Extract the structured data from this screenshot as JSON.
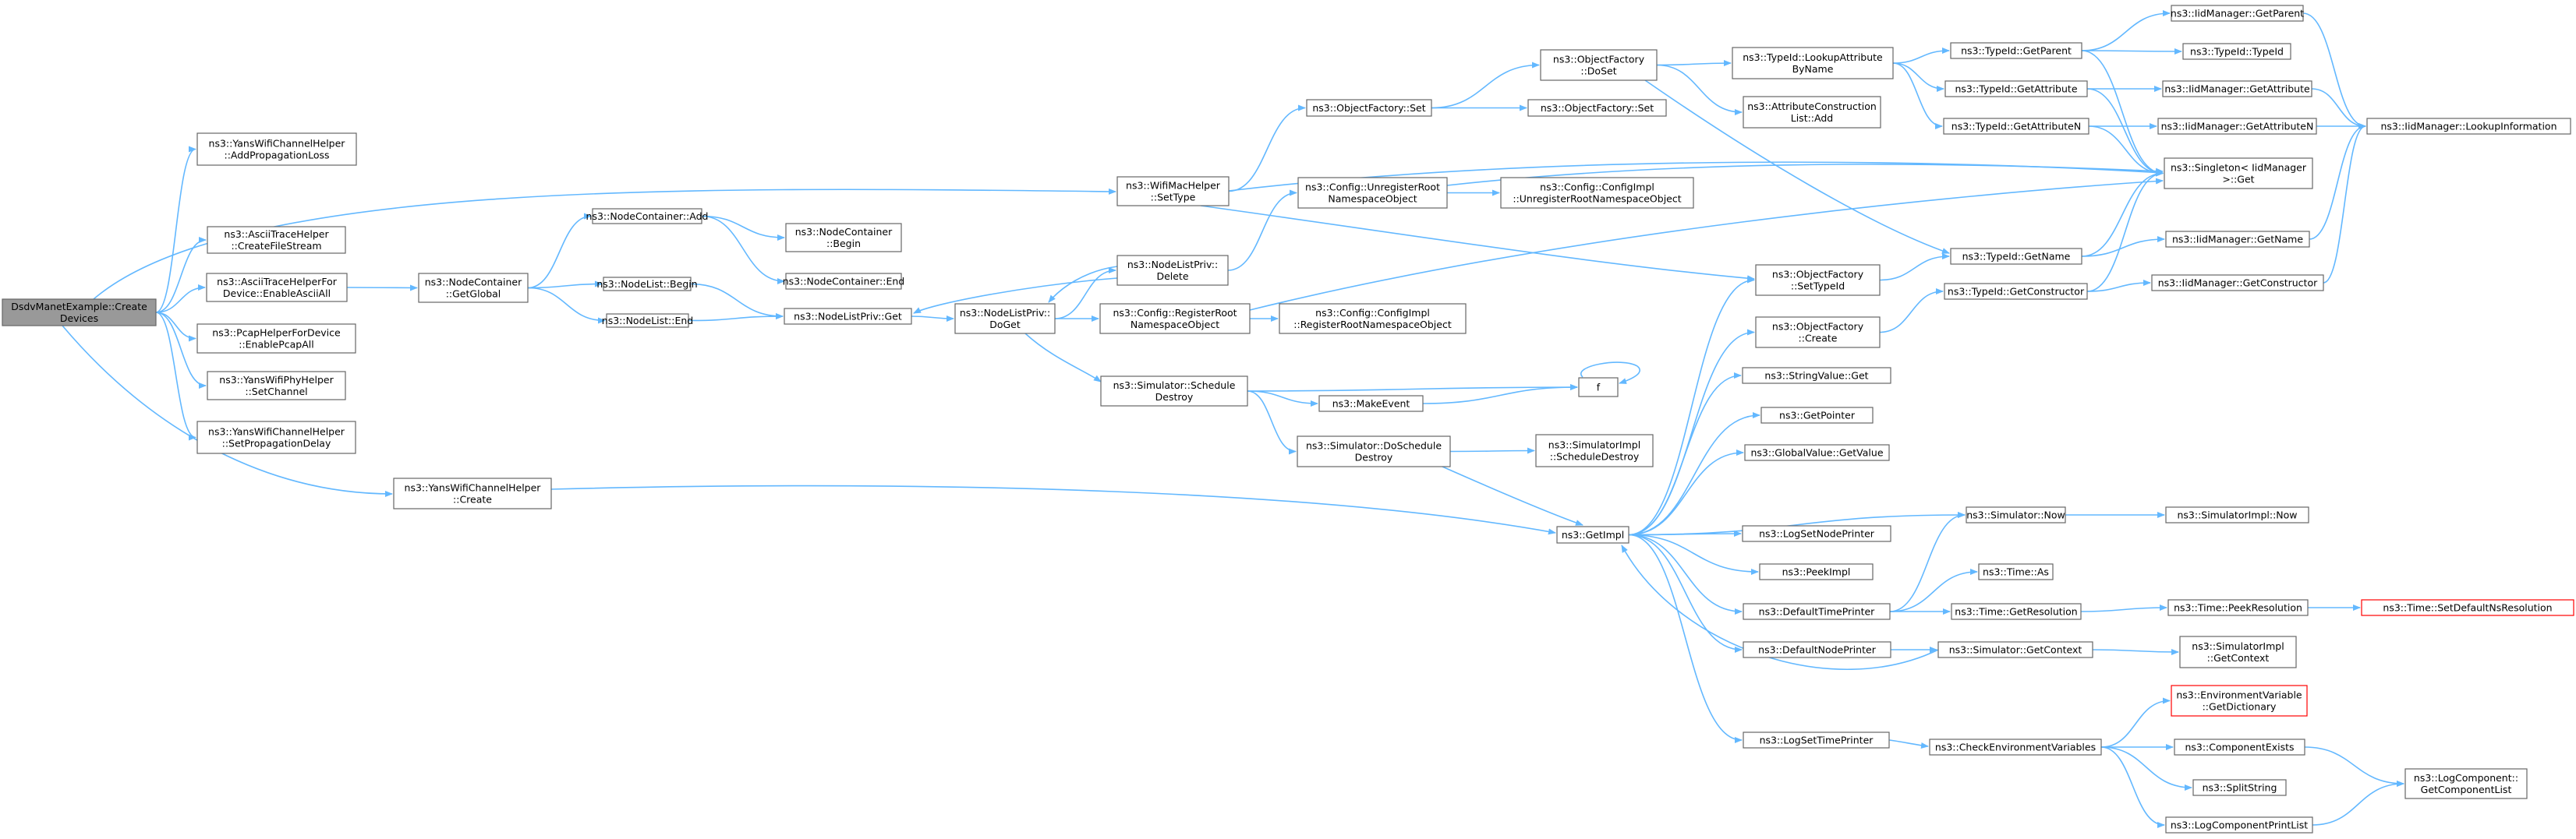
{
  "nodes": [
    {
      "id": "root",
      "lines": [
        "DsdvManetExample::Create",
        "Devices"
      ],
      "style": "root"
    },
    {
      "id": "addProp",
      "lines": [
        "ns3::YansWifiChannelHelper",
        "::AddPropagationLoss"
      ]
    },
    {
      "id": "createFile",
      "lines": [
        "ns3::AsciiTraceHelper",
        "::CreateFileStream"
      ]
    },
    {
      "id": "enableAscii",
      "lines": [
        "ns3::AsciiTraceHelperFor",
        "Device::EnableAsciiAll"
      ]
    },
    {
      "id": "enablePcap",
      "lines": [
        "ns3::PcapHelperForDevice",
        "::EnablePcapAll"
      ]
    },
    {
      "id": "setChannel",
      "lines": [
        "ns3::YansWifiPhyHelper",
        "::SetChannel"
      ]
    },
    {
      "id": "setPropDelay",
      "lines": [
        "ns3::YansWifiChannelHelper",
        "::SetPropagationDelay"
      ]
    },
    {
      "id": "ywchCreate",
      "lines": [
        "ns3::YansWifiChannelHelper",
        "::Create"
      ]
    },
    {
      "id": "ncGetGlobal",
      "lines": [
        "ns3::NodeContainer",
        "::GetGlobal"
      ]
    },
    {
      "id": "ncAdd",
      "lines": [
        "ns3::NodeContainer::Add"
      ]
    },
    {
      "id": "nlBegin",
      "lines": [
        "ns3::NodeList::Begin"
      ]
    },
    {
      "id": "nlEnd",
      "lines": [
        "ns3::NodeList::End"
      ]
    },
    {
      "id": "ncBegin",
      "lines": [
        "ns3::NodeContainer",
        "::Begin"
      ]
    },
    {
      "id": "ncEnd",
      "lines": [
        "ns3::NodeContainer::End"
      ]
    },
    {
      "id": "nlpGet",
      "lines": [
        "ns3::NodeListPriv::Get"
      ]
    },
    {
      "id": "wifiMacSetType",
      "lines": [
        "ns3::WifiMacHelper",
        "::SetType"
      ]
    },
    {
      "id": "nlpDelete",
      "lines": [
        "ns3::NodeListPriv::",
        "Delete"
      ]
    },
    {
      "id": "nlpDoGet",
      "lines": [
        "ns3::NodeListPriv::",
        "DoGet"
      ]
    },
    {
      "id": "ofSet",
      "lines": [
        "ns3::ObjectFactory::Set"
      ]
    },
    {
      "id": "cfgUnregister",
      "lines": [
        "ns3::Config::UnregisterRoot",
        "NamespaceObject"
      ]
    },
    {
      "id": "cfgRegister",
      "lines": [
        "ns3::Config::RegisterRoot",
        "NamespaceObject"
      ]
    },
    {
      "id": "simSchedDestroy",
      "lines": [
        "ns3::Simulator::Schedule",
        "Destroy"
      ]
    },
    {
      "id": "makeEvent",
      "lines": [
        "ns3::MakeEvent"
      ]
    },
    {
      "id": "simDoSchedDestroy",
      "lines": [
        "ns3::Simulator::DoSchedule",
        "Destroy"
      ]
    },
    {
      "id": "ofDoSet",
      "lines": [
        "ns3::ObjectFactory",
        "::DoSet"
      ]
    },
    {
      "id": "ofSet2",
      "lines": [
        "ns3::ObjectFactory::Set"
      ]
    },
    {
      "id": "cfgImplUnregister",
      "lines": [
        "ns3::Config::ConfigImpl",
        "::UnregisterRootNamespaceObject"
      ]
    },
    {
      "id": "cfgImplRegister",
      "lines": [
        "ns3::Config::ConfigImpl",
        "::RegisterRootNamespaceObject"
      ]
    },
    {
      "id": "f",
      "lines": [
        "f"
      ]
    },
    {
      "id": "simImplSchedDestroy",
      "lines": [
        "ns3::SimulatorImpl",
        "::ScheduleDestroy"
      ]
    },
    {
      "id": "getImpl",
      "lines": [
        "ns3::GetImpl"
      ]
    },
    {
      "id": "tidLookupAttr",
      "lines": [
        "ns3::TypeId::LookupAttribute",
        "ByName"
      ]
    },
    {
      "id": "attrConsAdd",
      "lines": [
        "ns3::AttributeConstruction",
        "List::Add"
      ]
    },
    {
      "id": "ofSetTypeId",
      "lines": [
        "ns3::ObjectFactory",
        "::SetTypeId"
      ]
    },
    {
      "id": "ofCreate",
      "lines": [
        "ns3::ObjectFactory",
        "::Create"
      ]
    },
    {
      "id": "strValGet",
      "lines": [
        "ns3::StringValue::Get"
      ]
    },
    {
      "id": "getPointer",
      "lines": [
        "ns3::GetPointer"
      ]
    },
    {
      "id": "globalValGet",
      "lines": [
        "ns3::GlobalValue::GetValue"
      ]
    },
    {
      "id": "logSetNode",
      "lines": [
        "ns3::LogSetNodePrinter"
      ]
    },
    {
      "id": "peekImpl",
      "lines": [
        "ns3::PeekImpl"
      ]
    },
    {
      "id": "defTimePrinter",
      "lines": [
        "ns3::DefaultTimePrinter"
      ]
    },
    {
      "id": "defNodePrinter",
      "lines": [
        "ns3::DefaultNodePrinter"
      ]
    },
    {
      "id": "logSetTime",
      "lines": [
        "ns3::LogSetTimePrinter"
      ]
    },
    {
      "id": "tidGetParent",
      "lines": [
        "ns3::TypeId::GetParent"
      ]
    },
    {
      "id": "tidGetAttr",
      "lines": [
        "ns3::TypeId::GetAttribute"
      ]
    },
    {
      "id": "tidGetAttrN",
      "lines": [
        "ns3::TypeId::GetAttributeN"
      ]
    },
    {
      "id": "tidGetName",
      "lines": [
        "ns3::TypeId::GetName"
      ]
    },
    {
      "id": "tidGetCons",
      "lines": [
        "ns3::TypeId::GetConstructor"
      ]
    },
    {
      "id": "simNow",
      "lines": [
        "ns3::Simulator::Now"
      ]
    },
    {
      "id": "timeAs",
      "lines": [
        "ns3::Time::As"
      ]
    },
    {
      "id": "timeGetRes",
      "lines": [
        "ns3::Time::GetResolution"
      ]
    },
    {
      "id": "simGetContext",
      "lines": [
        "ns3::Simulator::GetContext"
      ]
    },
    {
      "id": "checkEnv",
      "lines": [
        "ns3::CheckEnvironmentVariables"
      ]
    },
    {
      "id": "iidGetParent",
      "lines": [
        "ns3::IidManager::GetParent"
      ]
    },
    {
      "id": "tidTypeId",
      "lines": [
        "ns3::TypeId::TypeId"
      ]
    },
    {
      "id": "iidGetAttr",
      "lines": [
        "ns3::IidManager::GetAttribute"
      ]
    },
    {
      "id": "iidGetAttrN",
      "lines": [
        "ns3::IidManager::GetAttributeN"
      ]
    },
    {
      "id": "singletonGet",
      "lines": [
        "ns3::Singleton< IidManager",
        ">::Get"
      ]
    },
    {
      "id": "iidGetName",
      "lines": [
        "ns3::IidManager::GetName"
      ]
    },
    {
      "id": "iidGetCons",
      "lines": [
        "ns3::IidManager::GetConstructor"
      ]
    },
    {
      "id": "iidLookupInfo",
      "lines": [
        "ns3::IidManager::LookupInformation"
      ]
    },
    {
      "id": "simImplNow",
      "lines": [
        "ns3::SimulatorImpl::Now"
      ]
    },
    {
      "id": "timePeekRes",
      "lines": [
        "ns3::Time::PeekResolution"
      ]
    },
    {
      "id": "timeSetDefault",
      "lines": [
        "ns3::Time::SetDefaultNsResolution"
      ],
      "style": "red"
    },
    {
      "id": "simImplGetContext",
      "lines": [
        "ns3::SimulatorImpl",
        "::GetContext"
      ]
    },
    {
      "id": "envGetDict",
      "lines": [
        "ns3::EnvironmentVariable",
        "::GetDictionary"
      ],
      "style": "red"
    },
    {
      "id": "compExists",
      "lines": [
        "ns3::ComponentExists"
      ]
    },
    {
      "id": "splitString",
      "lines": [
        "ns3::SplitString"
      ]
    },
    {
      "id": "logCompPrintList",
      "lines": [
        "ns3::LogComponentPrintList"
      ]
    },
    {
      "id": "logCompGetList",
      "lines": [
        "ns3::LogComponent::",
        "GetComponentList"
      ]
    }
  ],
  "edges": [
    [
      "root",
      "addProp"
    ],
    [
      "root",
      "createFile"
    ],
    [
      "root",
      "enableAscii"
    ],
    [
      "root",
      "enablePcap"
    ],
    [
      "root",
      "setChannel"
    ],
    [
      "root",
      "setPropDelay"
    ],
    [
      "root",
      "ywchCreate"
    ],
    [
      "root",
      "wifiMacSetType"
    ],
    [
      "enableAscii",
      "ncGetGlobal"
    ],
    [
      "ncGetGlobal",
      "ncAdd"
    ],
    [
      "ncGetGlobal",
      "nlBegin"
    ],
    [
      "ncGetGlobal",
      "nlEnd"
    ],
    [
      "ncAdd",
      "ncBegin"
    ],
    [
      "ncAdd",
      "ncEnd"
    ],
    [
      "nlBegin",
      "nlpGet"
    ],
    [
      "nlEnd",
      "nlpGet"
    ],
    [
      "nlpGet",
      "nlpDoGet"
    ],
    [
      "nlpDoGet",
      "nlpDelete"
    ],
    [
      "nlpDelete",
      "nlpGet"
    ],
    [
      "nlpDelete",
      "nlpDoGet"
    ],
    [
      "nlpDelete",
      "cfgUnregister"
    ],
    [
      "nlpDoGet",
      "cfgRegister"
    ],
    [
      "nlpDoGet",
      "simSchedDestroy"
    ],
    [
      "wifiMacSetType",
      "ofSet"
    ],
    [
      "wifiMacSetType",
      "ofSetTypeId"
    ],
    [
      "wifiMacSetType",
      "singletonGet"
    ],
    [
      "ofSet",
      "ofDoSet"
    ],
    [
      "ofSet",
      "ofSet2"
    ],
    [
      "cfgUnregister",
      "cfgImplUnregister"
    ],
    [
      "cfgUnregister",
      "singletonGet"
    ],
    [
      "cfgRegister",
      "cfgImplRegister"
    ],
    [
      "cfgRegister",
      "singletonGet"
    ],
    [
      "simSchedDestroy",
      "f"
    ],
    [
      "simSchedDestroy",
      "makeEvent"
    ],
    [
      "simSchedDestroy",
      "simDoSchedDestroy"
    ],
    [
      "makeEvent",
      "f"
    ],
    [
      "f",
      "f"
    ],
    [
      "simDoSchedDestroy",
      "simImplSchedDestroy"
    ],
    [
      "simDoSchedDestroy",
      "getImpl"
    ],
    [
      "ywchCreate",
      "getImpl"
    ],
    [
      "ofDoSet",
      "tidLookupAttr"
    ],
    [
      "ofDoSet",
      "attrConsAdd"
    ],
    [
      "ofDoSet",
      "tidGetName"
    ],
    [
      "getImpl",
      "ofSetTypeId"
    ],
    [
      "getImpl",
      "ofCreate"
    ],
    [
      "getImpl",
      "strValGet"
    ],
    [
      "getImpl",
      "getPointer"
    ],
    [
      "getImpl",
      "globalValGet"
    ],
    [
      "getImpl",
      "logSetNode"
    ],
    [
      "getImpl",
      "peekImpl"
    ],
    [
      "getImpl",
      "defTimePrinter"
    ],
    [
      "getImpl",
      "defNodePrinter"
    ],
    [
      "getImpl",
      "logSetTime"
    ],
    [
      "getImpl",
      "simNow"
    ],
    [
      "tidLookupAttr",
      "tidGetParent"
    ],
    [
      "tidLookupAttr",
      "tidGetAttr"
    ],
    [
      "tidLookupAttr",
      "tidGetAttrN"
    ],
    [
      "ofSetTypeId",
      "tidGetName"
    ],
    [
      "ofCreate",
      "tidGetCons"
    ],
    [
      "tidGetParent",
      "iidGetParent"
    ],
    [
      "tidGetParent",
      "tidTypeId"
    ],
    [
      "tidGetParent",
      "singletonGet"
    ],
    [
      "tidGetAttr",
      "iidGetAttr"
    ],
    [
      "tidGetAttr",
      "singletonGet"
    ],
    [
      "tidGetAttrN",
      "iidGetAttrN"
    ],
    [
      "tidGetAttrN",
      "singletonGet"
    ],
    [
      "tidGetName",
      "iidGetName"
    ],
    [
      "tidGetName",
      "singletonGet"
    ],
    [
      "tidGetCons",
      "iidGetCons"
    ],
    [
      "tidGetCons",
      "singletonGet"
    ],
    [
      "iidGetParent",
      "iidLookupInfo"
    ],
    [
      "iidGetAttr",
      "iidLookupInfo"
    ],
    [
      "iidGetAttrN",
      "iidLookupInfo"
    ],
    [
      "iidGetName",
      "iidLookupInfo"
    ],
    [
      "iidGetCons",
      "iidLookupInfo"
    ],
    [
      "defTimePrinter",
      "simNow"
    ],
    [
      "defTimePrinter",
      "timeAs"
    ],
    [
      "defTimePrinter",
      "timeGetRes"
    ],
    [
      "simNow",
      "simImplNow"
    ],
    [
      "timeGetRes",
      "timePeekRes"
    ],
    [
      "timePeekRes",
      "timeSetDefault"
    ],
    [
      "defNodePrinter",
      "simGetContext"
    ],
    [
      "simGetContext",
      "simImplGetContext"
    ],
    [
      "simGetContext",
      "getImpl"
    ],
    [
      "logSetTime",
      "checkEnv"
    ],
    [
      "checkEnv",
      "envGetDict"
    ],
    [
      "checkEnv",
      "compExists"
    ],
    [
      "checkEnv",
      "splitString"
    ],
    [
      "checkEnv",
      "logCompPrintList"
    ],
    [
      "compExists",
      "logCompGetList"
    ],
    [
      "logCompPrintList",
      "logCompGetList"
    ]
  ]
}
